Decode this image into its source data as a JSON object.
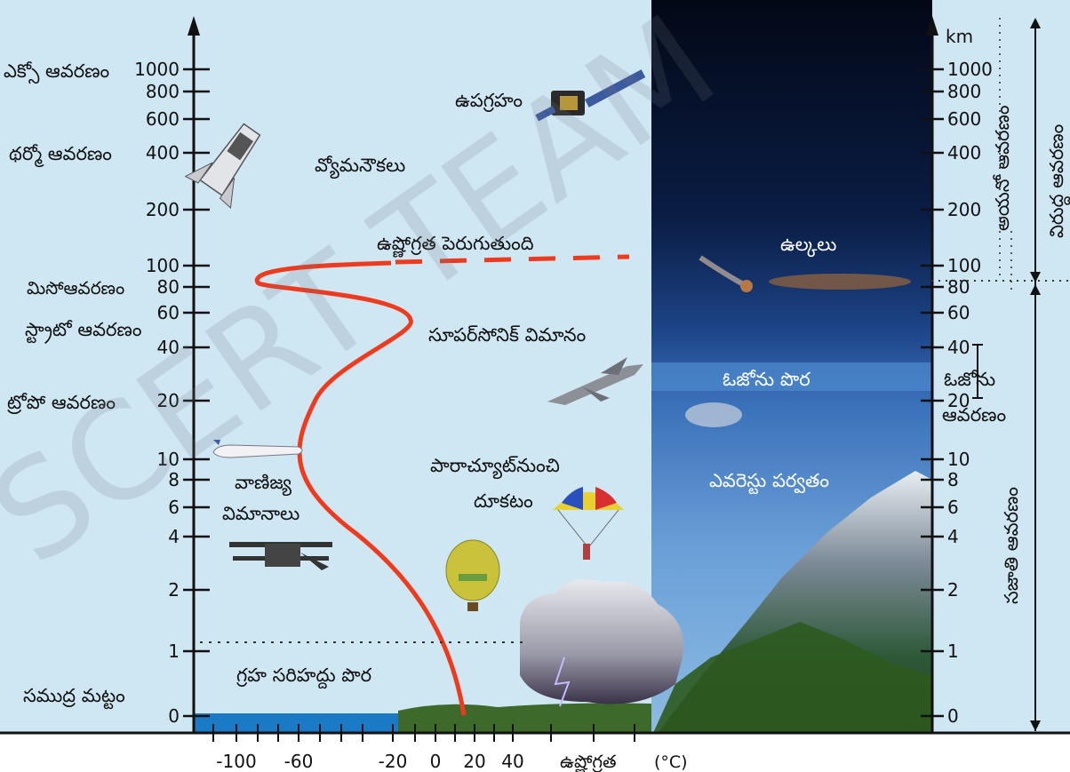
{
  "left_axis": {
    "ticks": [
      "1000",
      "800",
      "600",
      "400",
      "200",
      "100",
      "80",
      "60",
      "40",
      "20",
      "10",
      "8",
      "6",
      "4",
      "2",
      "1",
      "0"
    ]
  },
  "right_axis": {
    "unit": "km",
    "ticks": [
      "1000",
      "800",
      "600",
      "400",
      "200",
      "100",
      "80",
      "60",
      "40",
      "20",
      "10",
      "8",
      "6",
      "4",
      "2",
      "1",
      "0"
    ]
  },
  "bottom_axis": {
    "ticks": [
      "-100",
      "-60",
      "-20",
      "0",
      "20",
      "40"
    ],
    "label": "ఉష్ణోగ్రత",
    "unit": "(°C)"
  },
  "layers_left": {
    "exosphere": "ఎక్సో ఆవరణం",
    "thermosphere": "థర్మో ఆవరణం",
    "mesosphere": "మిసోఆవరణం",
    "stratosphere": "స్ట్రాటో ఆవరణం",
    "troposphere": "ట్రోపో ఆవరణం",
    "sea_level": "సముద్ర మట్టం"
  },
  "annotations": {
    "satellite": "ఉపగ్రహం",
    "spacecraft": "వ్యోమనౌకలు",
    "temp_increase": "ఉష్ణోగ్రత పెరుగుతుంది",
    "meteors": "ఉల్కలు",
    "supersonic": "సూపర్‌సోనిక్ విమానం",
    "ozone_layer": "ఓజోను పొర",
    "commercial_1": "వాణిజ్య",
    "commercial_2": "విమానాలు",
    "parachute_1": "పారాచ్యూట్‌నుంచి",
    "parachute_2": "దూకటం",
    "everest": "ఎవరెస్టు పర్వతం",
    "boundary": "గ్రహ సరిహద్దు పొర"
  },
  "layers_right": {
    "ionosphere": "అయనో ఆవరణం",
    "heterosphere": "విరుద్ధ ఆవరణం",
    "ozonosphere_1": "ఓజోను",
    "ozonosphere_2": "ఆవరణం",
    "homosphere": "సజాతి ఆవరణం"
  },
  "watermark": "SCERT TEAM",
  "colors": {
    "sky_left": "#cde6f4",
    "space_top": "#040a1c",
    "space_mid": "#0e2a5e",
    "sky_low": "#4a7fc4",
    "curve": "#ef3a1e",
    "ocean": "#1b7ac6"
  }
}
